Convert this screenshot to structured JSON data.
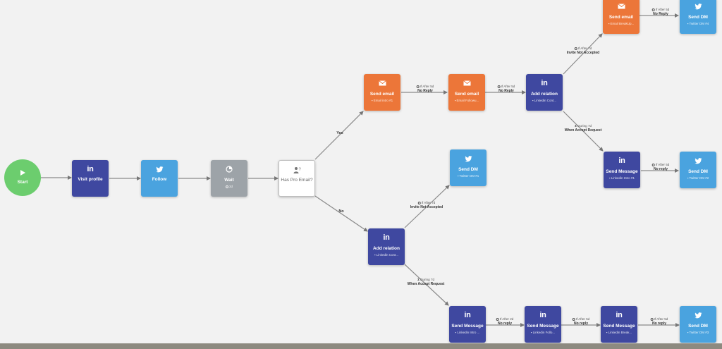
{
  "nodes": {
    "start": {
      "title": "Start",
      "icon": "play-icon"
    },
    "visit": {
      "title": "Visit profile",
      "icon": "linkedin-icon"
    },
    "follow": {
      "title": "Follow",
      "icon": "twitter-icon"
    },
    "wait": {
      "title": "Wait",
      "sub": "3d",
      "icon": "clock-icon"
    },
    "cond": {
      "title": "Has Pro Email?",
      "icon": "person-question-icon"
    },
    "email1": {
      "title": "Send email",
      "sub": "Email intro #1",
      "icon": "envelope-icon"
    },
    "email2": {
      "title": "Send email",
      "sub": "Email Followu...",
      "icon": "envelope-icon"
    },
    "addrel1": {
      "title": "Add relation",
      "sub": "Linkedin Cont...",
      "icon": "linkedin-icon"
    },
    "email3": {
      "title": "Send email",
      "sub": "Email BreakUp...",
      "icon": "envelope-icon"
    },
    "dm_top": {
      "title": "Send DM",
      "sub": "Twitter DM #4",
      "icon": "twitter-icon"
    },
    "msg1": {
      "title": "Send Message",
      "sub": "Linkedin Intro #1",
      "icon": "linkedin-icon"
    },
    "dm_mid": {
      "title": "Send DM",
      "sub": "Twitter DM #2",
      "icon": "twitter-icon"
    },
    "dm_no": {
      "title": "Send DM",
      "sub": "Twitter DM #1",
      "icon": "twitter-icon"
    },
    "addrel2": {
      "title": "Add relation",
      "sub": "Linkedin Cont...",
      "icon": "linkedin-icon"
    },
    "msg2": {
      "title": "Send Message",
      "sub": "Linkedin Intro ...",
      "icon": "linkedin-icon"
    },
    "msg3": {
      "title": "Send Message",
      "sub": "Linkedin Follo...",
      "icon": "linkedin-icon"
    },
    "msg4": {
      "title": "Send Message",
      "sub": "Linkedin Break...",
      "icon": "linkedin-icon"
    },
    "dm_bot": {
      "title": "Send DM",
      "sub": "Twitter DM #3",
      "icon": "twitter-icon"
    }
  },
  "edge_labels": {
    "yes": "Yes",
    "no": "No",
    "e1": {
      "top": "If After 5d",
      "main": "No Reply"
    },
    "e2": {
      "top": "If After 5d",
      "main": "No Reply"
    },
    "e3": {
      "top": "If After 7d",
      "main": "Invite Not Accepted"
    },
    "e4": {
      "top": "If After 5d",
      "main": "No Reply"
    },
    "e5": {
      "top": "During 7d",
      "main": "When Accept Request"
    },
    "e6": {
      "top": "If After 5d",
      "main": "No reply"
    },
    "e7": {
      "top": "If After 7d",
      "main": "Invite Not Accepted"
    },
    "e8": {
      "top": "During 7d",
      "main": "When Accept Request"
    },
    "e9": {
      "top": "If After 2d",
      "main": "No reply"
    },
    "e10": {
      "top": "If After 5d",
      "main": "No reply"
    },
    "e11": {
      "top": "If After 5d",
      "main": "No reply"
    }
  },
  "colors": {
    "email": "#ec7639",
    "linkedin": "#3f48a0",
    "twitter": "#4aa3df",
    "wait": "#9da3a8",
    "start": "#6ccd6e"
  }
}
